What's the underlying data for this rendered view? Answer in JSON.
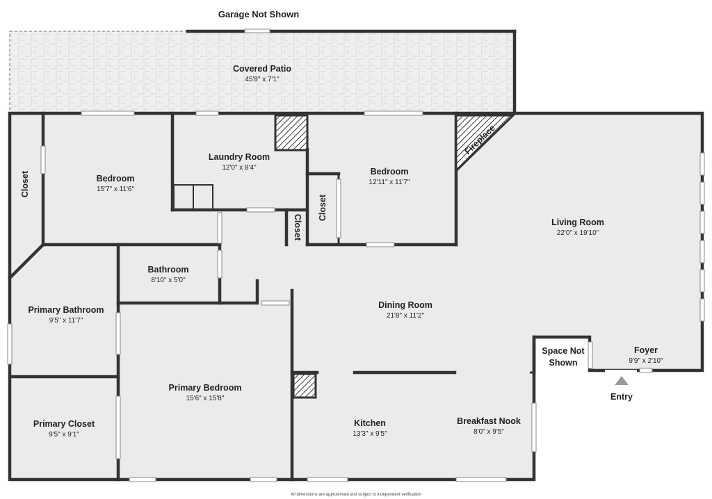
{
  "header": {
    "garage_note": "Garage Not Shown"
  },
  "footer": {
    "disclaimer": "All dimensions are approximate and subject to independent verification"
  },
  "rooms": {
    "covered_patio": {
      "name": "Covered Patio",
      "dims": "45'8\" x 7'1\""
    },
    "laundry_room": {
      "name": "Laundry Room",
      "dims": "12'0\" x 8'4\""
    },
    "bedroom_left": {
      "name": "Bedroom",
      "dims": "15'7\" x 11'6\""
    },
    "bedroom_center": {
      "name": "Bedroom",
      "dims": "12'11\" x 11'7\""
    },
    "living_room": {
      "name": "Living Room",
      "dims": "22'0\" x 19'10\""
    },
    "bathroom": {
      "name": "Bathroom",
      "dims": "8'10\" x 5'0\""
    },
    "primary_bathroom": {
      "name": "Primary Bathroom",
      "dims": "9'5\" x 11'7\""
    },
    "dining_room": {
      "name": "Dining Room",
      "dims": "21'8\" x 11'2\""
    },
    "primary_bedroom": {
      "name": "Primary Bedroom",
      "dims": "15'6\" x 15'8\""
    },
    "primary_closet": {
      "name": "Primary Closet",
      "dims": "9'5\" x 9'1\""
    },
    "kitchen": {
      "name": "Kitchen",
      "dims": "13'3\" x 9'5\""
    },
    "breakfast_nook": {
      "name": "Breakfast Nook",
      "dims": "8'0\" x 9'5\""
    },
    "foyer": {
      "name": "Foyer",
      "dims": "9'9\" x 2'10\""
    }
  },
  "labels": {
    "closet_left": "Closet",
    "closet_center": "Closet",
    "closet_small": "Closet",
    "fireplace": "Fireplace",
    "space_not_shown_line1": "Space Not",
    "space_not_shown_line2": "Shown",
    "entry": "Entry"
  },
  "colors": {
    "floor": "#ebebeb",
    "wall": "#333333",
    "background": "#ffffff"
  }
}
